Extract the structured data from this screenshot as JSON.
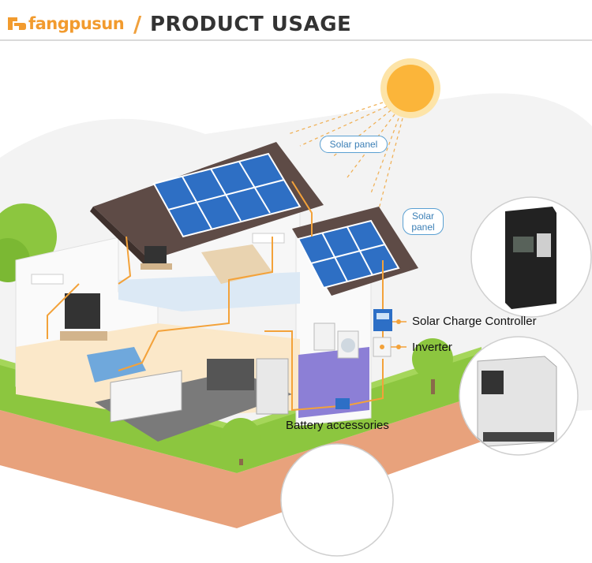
{
  "header": {
    "brand": "fangpusun",
    "separator": "/",
    "title": "PRODUCT USAGE"
  },
  "labels": {
    "solar_panel_1": "Solar panel",
    "solar_panel_2_line1": "Solar",
    "solar_panel_2_line2": "panel",
    "charge_controller": "Solar Charge Controller",
    "inverter": "Inverter",
    "battery": "Battery accessories"
  },
  "colors": {
    "brand_orange": "#f29b2e",
    "wire_orange": "#f3a23a",
    "roof": "#5e4b46",
    "panel": "#2e6fc4",
    "grass": "#8cc63f",
    "soil": "#e8a27c"
  }
}
